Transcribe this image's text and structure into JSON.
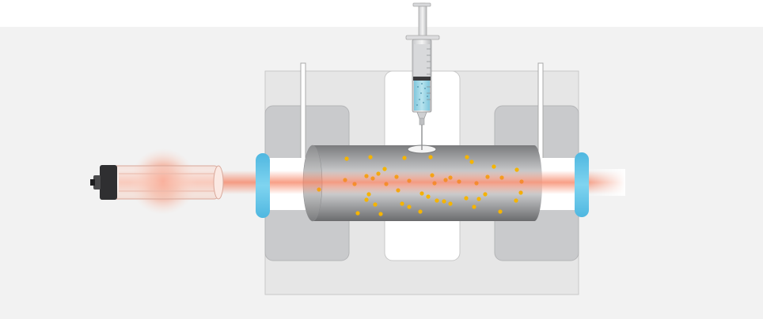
{
  "diagram": {
    "subject": "",
    "components": [
      {
        "id": "syringe",
        "icon": "syringe-icon"
      },
      {
        "id": "sample-cell",
        "icon": "cylinder-cell-icon"
      },
      {
        "id": "lamp",
        "icon": "lamp-icon"
      },
      {
        "id": "beam",
        "icon": "laser-beam-icon"
      },
      {
        "id": "windows",
        "icon": "window-icon"
      },
      {
        "id": "mount-block",
        "icon": "mount-block-icon"
      },
      {
        "id": "rods",
        "icon": "rod-icon"
      },
      {
        "id": "particles",
        "icon": "particle-icon"
      }
    ],
    "colors": {
      "background_band": "#f2f2f2",
      "mount_block": "#e6e6e6",
      "mount_pads": "#c9cacc",
      "window": "#5bc4e8",
      "beam": "#f5734f",
      "liquid": "#9fd6e4",
      "particle": "#f5b400",
      "cell_dark": "#6e6f71",
      "cell_light": "#eeeeee"
    }
  }
}
